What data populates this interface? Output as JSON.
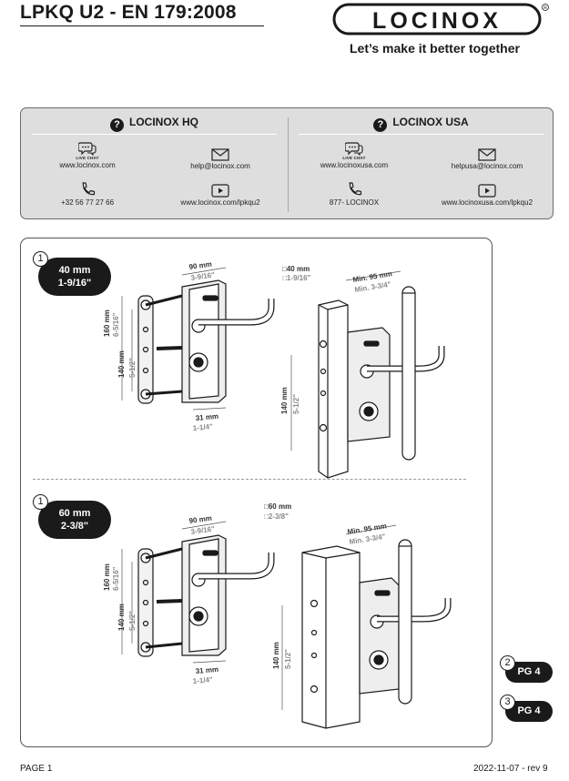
{
  "header": {
    "title": "LPKQ U2 - EN 179:2008",
    "logo_text": "LOCINOX",
    "tagline": "Let’s make it better together"
  },
  "contacts": {
    "hq": {
      "title": "LOCINOX HQ",
      "live_chat_label": "LIVE CHAT",
      "website": "www.locinox.com",
      "email": "help@locinox.com",
      "phone": "+32 56 77 27 66",
      "video": "www.locinox.com/lpkqu2"
    },
    "usa": {
      "title": "LOCINOX USA",
      "live_chat_label": "LIVE CHAT",
      "website": "www.locinoxusa.com",
      "email": "helpusa@locinox.com",
      "phone": "877- LOCINOX",
      "video": "www.locinoxusa.com/lpkqu2"
    }
  },
  "drawings": {
    "top": {
      "step": "1",
      "size_metric": "40 mm",
      "size_imperial": "1-9/16\"",
      "dim_width_mm": "90 mm",
      "dim_width_in": "3-9/16\"",
      "dim_height_mm": "160 mm",
      "dim_height_in": "6-5/16\"",
      "dim_inner_mm": "140 mm",
      "dim_inner_in": "5-1/2\"",
      "dim_depth_mm": "31 mm",
      "dim_depth_in": "1-1/4\"",
      "post_mm": "□40 mm",
      "post_in": "□1-9/16\"",
      "min_mm": "Min. 95 mm",
      "min_in": "Min. 3-3/4\"",
      "post_hole_mm": "140 mm",
      "post_hole_in": "5-1/2\""
    },
    "bottom": {
      "step": "1",
      "size_metric": "60 mm",
      "size_imperial": "2-3/8\"",
      "dim_width_mm": "90 mm",
      "dim_width_in": "3-9/16\"",
      "dim_height_mm": "160 mm",
      "dim_height_in": "6-5/16\"",
      "dim_inner_mm": "140 mm",
      "dim_inner_in": "5-1/2\"",
      "dim_depth_mm": "31 mm",
      "dim_depth_in": "1-1/4\"",
      "post_mm": "□60 mm",
      "post_in": "□2-3/8\"",
      "min_mm": "Min. 95 mm",
      "min_in": "Min. 3-3/4\"",
      "post_hole_mm": "140 mm",
      "post_hole_in": "5-1/2\""
    }
  },
  "page_refs": [
    {
      "step": "2",
      "label": "PG 4"
    },
    {
      "step": "3",
      "label": "PG 4"
    }
  ],
  "footer": {
    "page": "PAGE 1",
    "revision": "2022-11-07 - rev 9"
  }
}
